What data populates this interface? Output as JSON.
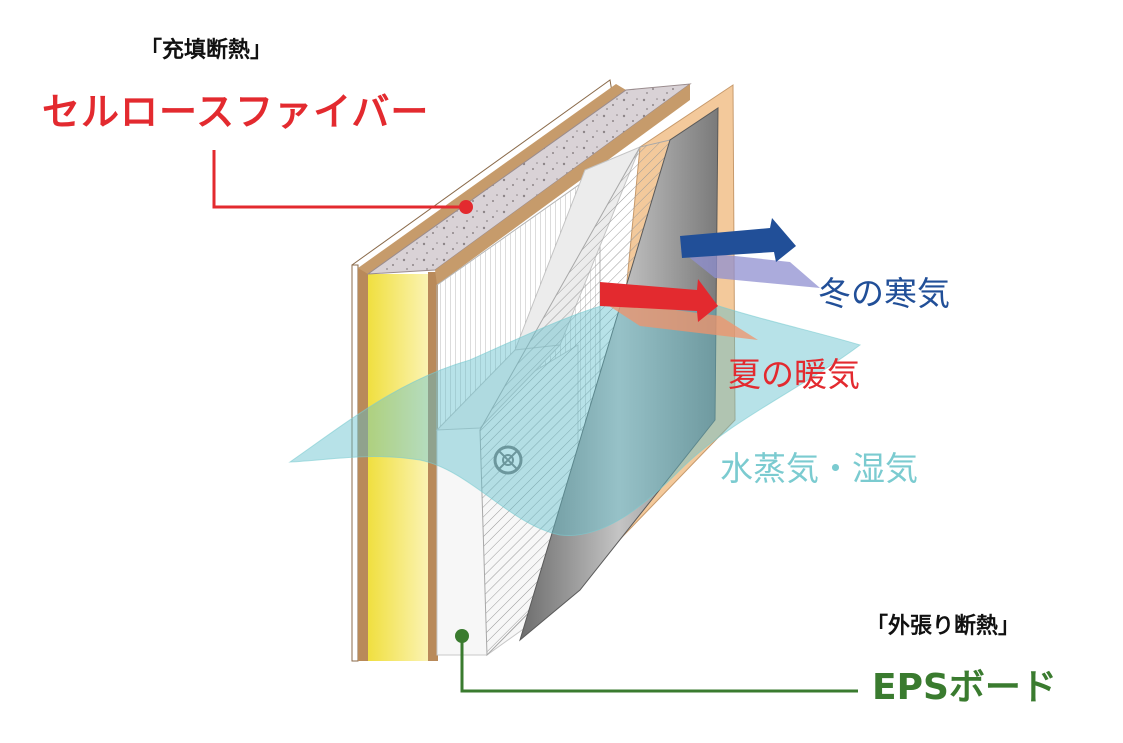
{
  "labels": {
    "fill_insulation_type": "「充填断熱」",
    "cellulose_fiber": "セルロースファイバー",
    "winter_cold": "冬の寒気",
    "summer_heat": "夏の暖気",
    "vapor_humidity": "水蒸気・湿気",
    "exterior_insulation_type": "「外張り断熱」",
    "eps_board": "EPSボード"
  },
  "colors": {
    "cellulose_red": "#e32a2f",
    "winter_blue": "#214f98",
    "vapor_cyan": "#7bcbd0",
    "eps_green": "#3a7b2f",
    "wall_yellow": "#f2e34c",
    "wood_brown": "#b98a5a",
    "wall_peach": "#f3c99b"
  }
}
